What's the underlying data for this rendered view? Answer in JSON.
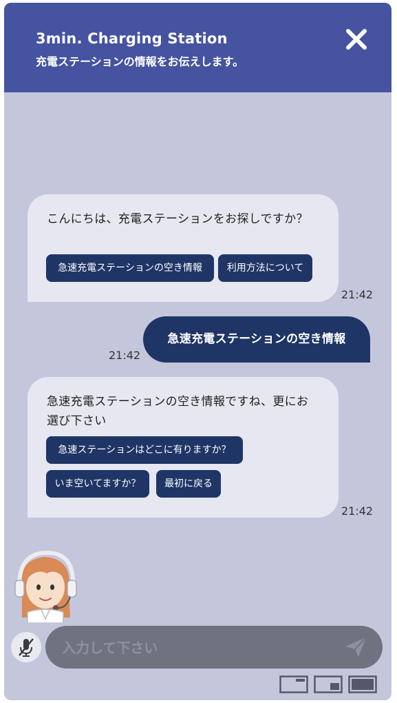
{
  "header": {
    "title": "3min. Charging Station",
    "subtitle": "充電ステーションの情報をお伝えします。"
  },
  "messages": {
    "bot1": {
      "text": "こんにちは、充電ステーションをお探しですか？",
      "chips": [
        "急速充電ステーションの空き情報",
        "利用方法について"
      ],
      "time": "21:42"
    },
    "user1": {
      "text": "急速充電ステーションの空き情報",
      "time": "21:42"
    },
    "bot2": {
      "text": "急速充電ステーションの空き情報ですね、更にお選び下さい",
      "chips": [
        "急速ステーションはどこに有りますか？",
        "いま空いてますか？",
        "最初に戻る"
      ],
      "time": "21:42"
    }
  },
  "input": {
    "placeholder": "入力して下さい"
  },
  "colors": {
    "header_bg": "#4553a0",
    "chat_bg": "#c4c7dc",
    "bot_bubble": "#e6e7f0",
    "user_bubble": "#1f3566",
    "chip_bg": "#1f3566",
    "input_bg": "#70737f"
  },
  "icons": [
    "close-icon",
    "mic-off-icon",
    "send-icon",
    "view-small-icon",
    "view-medium-icon",
    "view-full-icon"
  ]
}
